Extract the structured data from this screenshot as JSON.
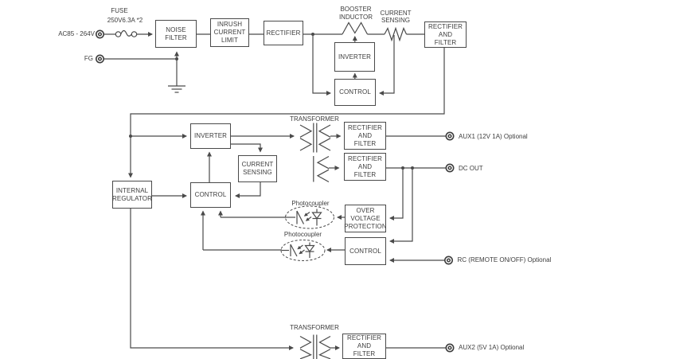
{
  "diagram": {
    "input": {
      "ac": "AC85 - 264V",
      "fuse_title": "FUSE",
      "fuse_rating": "250V6.3A *2",
      "fg": "FG"
    },
    "blocks": {
      "noise_filter": "NOISE\nFILTER",
      "inrush_current_limit": "INRUSH\nCURRENT\nLIMIT",
      "rectifier": "RECTIFIER",
      "rectifier_and_filter": "RECTIFIER\nAND\nFILTER",
      "inverter": "INVERTER",
      "control": "CONTROL",
      "current_sensing": "CURRENT\nSENSING",
      "internal_regulator": "INTERNAL\nREGULATOR",
      "over_voltage_protection": "OVER\nVOLTAGE\nPROTECTION"
    },
    "annotations": {
      "booster_inductor": "BOOSTER\nINDUCTOR",
      "current_sensing": "CURRENT\nSENSING",
      "transformer": "TRANSFORMER",
      "photocoupler": "Photocoupler"
    },
    "outputs": {
      "aux1": "AUX1 (12V 1A) Optional",
      "dc_out": "DC OUT",
      "rc": "RC (REMOTE ON/OFF) Optional",
      "aux2": "AUX2 (5V 1A) Optional"
    },
    "colors": {
      "line": "#4a4a4a",
      "text": "#3d3d3d",
      "background": "#ffffff"
    }
  }
}
